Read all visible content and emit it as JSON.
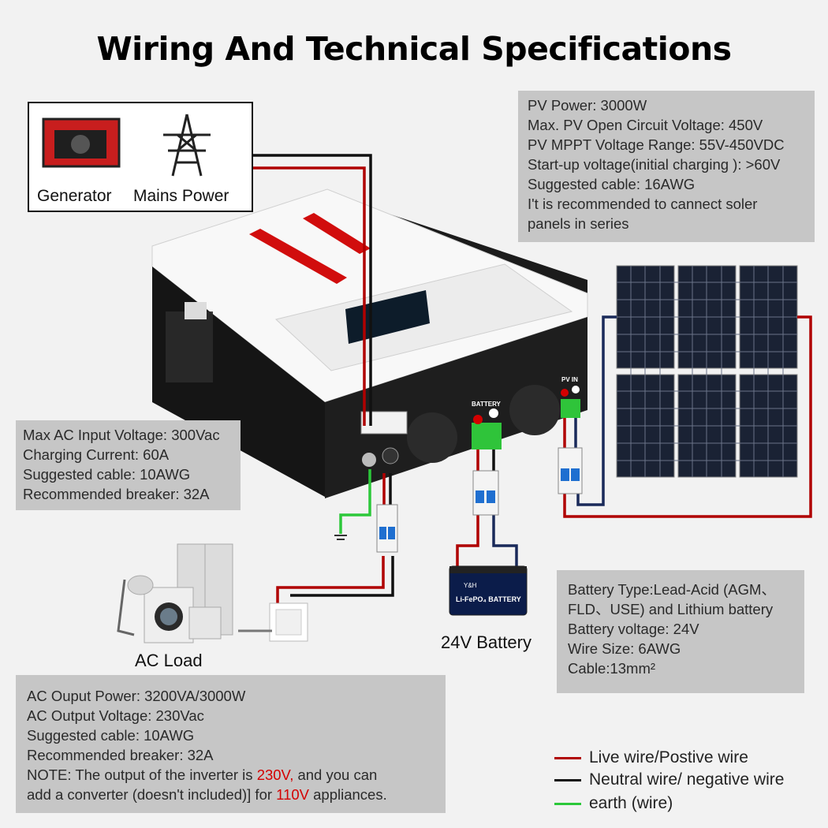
{
  "title": "Wiring And Technical Specifications",
  "sources": {
    "generator": "Generator",
    "mains": "Mains Power"
  },
  "pv_box": {
    "lines": [
      "PV Power: 3000W",
      "Max. PV Open Circuit Voltage: 450V",
      "PV MPPT Voltage Range: 55V-450VDC",
      "Start-up voltage(initial charging ): >60V",
      "Suggested cable: 16AWG",
      "I't is recommended to cannect soler",
      "panels in series"
    ]
  },
  "ac_input_box": {
    "lines": [
      "Max AC Input Voltage: 300Vac",
      "Charging Current: 60A",
      "Suggested cable: 10AWG",
      "Recommended breaker: 32A"
    ]
  },
  "battery_box": {
    "lines": [
      "Battery Type:Lead-Acid (AGM、",
      "FLD、USE) and Lithium battery",
      "Battery voltage: 24V",
      "Wire Size: 6AWG",
      "Cable:13mm²"
    ]
  },
  "ac_output_box": {
    "lines": [
      "AC Ouput Power: 3200VA/3000W",
      "AC Output Voltage: 230Vac",
      "Suggested cable: 10AWG",
      "Recommended breaker: 32A"
    ],
    "note_a": "NOTE: The output of the inverter is ",
    "note_v1": "230V,",
    "note_b": " and you can",
    "note_c": "add a converter (doesn't included)] for ",
    "note_v2": "110V",
    "note_d": " appliances."
  },
  "inverter_labels": {
    "battery_port": "BATTERY",
    "pv_port": "PV IN"
  },
  "battery_label": "24V Battery",
  "battery_brand": "Li-FePO₄ BATTERY",
  "battery_logo": "Y&H",
  "ac_load_label": "AC Load",
  "legend": {
    "live": "Live wire/Postive wire",
    "neutral": "Neutral wire/ negative wire",
    "earth": "earth (wire)"
  },
  "colors": {
    "live": "#b00000",
    "neutral": "#111111",
    "earth": "#2cc83a",
    "spec_box": "#c6c6c6",
    "pv_negative": "#1a2a5a"
  }
}
